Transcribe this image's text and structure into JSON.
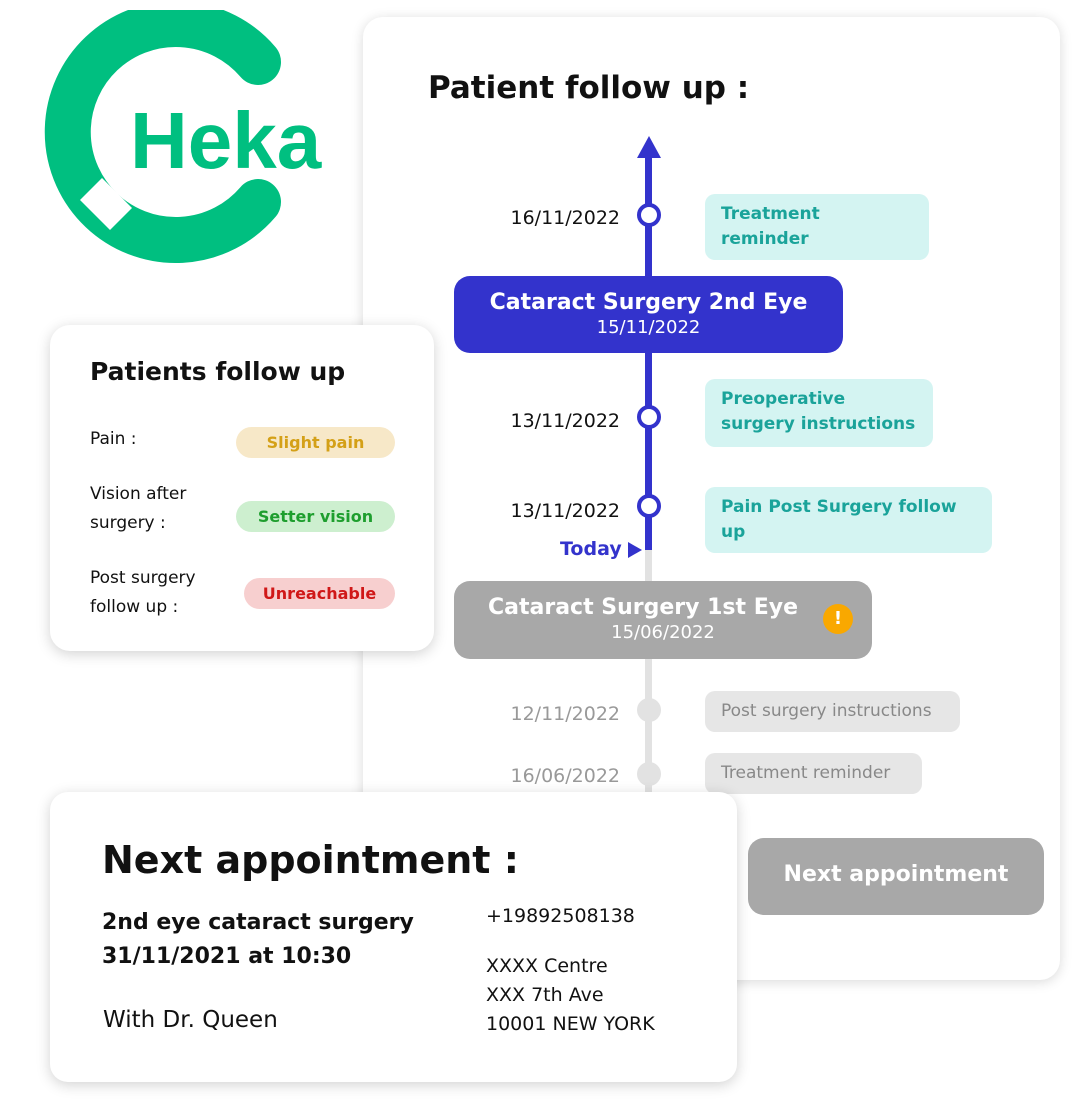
{
  "logo": {
    "text": "Heka",
    "color": "#00BF80"
  },
  "timeline": {
    "title": "Patient follow up :",
    "today_label": "Today",
    "items": [
      {
        "date": "16/11/2022",
        "label": "Treatment reminder"
      },
      {
        "date": "13/11/2022",
        "label": "Preoperative surgery instructions"
      },
      {
        "date": "13/11/2022",
        "label": "Pain Post Surgery follow up"
      },
      {
        "date": "12/11/2022",
        "label": "Post surgery instructions"
      },
      {
        "date": "16/06/2022",
        "label": "Treatment reminder"
      }
    ],
    "events": [
      {
        "title": "Cataract Surgery 2nd Eye",
        "date": "15/11/2022",
        "color": "#3333CC"
      },
      {
        "title": "Cataract Surgery 1st Eye",
        "date": "15/06/2022",
        "color": "#A8A8A8",
        "warning": "!"
      },
      {
        "title": "Next appointment",
        "color": "#A8A8A8"
      }
    ]
  },
  "patients": {
    "title": "Patients follow up",
    "rows": [
      {
        "label": "Pain :",
        "value": "Slight pain",
        "bg": "#F7E8C8",
        "fg": "#D4A017"
      },
      {
        "label": "Vision after surgery :",
        "value": "Setter vision",
        "bg": "#CDEFCF",
        "fg": "#1E9E2E"
      },
      {
        "label": "Post surgery follow up :",
        "value": "Unreachable",
        "bg": "#F7CFCF",
        "fg": "#D01818"
      }
    ]
  },
  "appointment": {
    "title": "Next appointment :",
    "procedure": "2nd eye cataract surgery",
    "datetime": "31/11/2021 at 10:30",
    "doctor": "With Dr. Queen",
    "phone": "+19892508138",
    "address": [
      "XXXX Centre",
      "XXX 7th Ave",
      "10001 NEW YORK"
    ]
  }
}
